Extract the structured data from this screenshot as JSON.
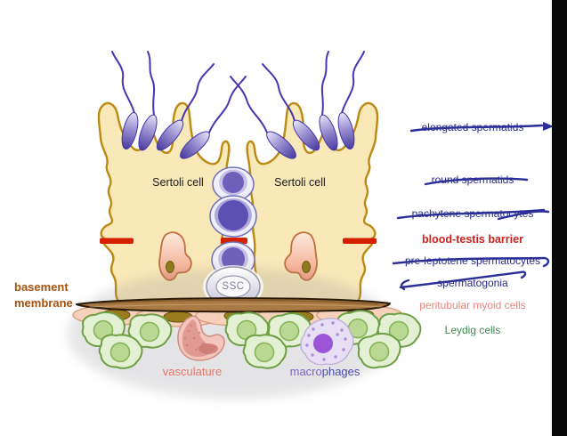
{
  "figure_kind": "seminiferous tubule / testis cell-types diagram",
  "diagram": {
    "sertoli_cell_left": "Sertoli cell",
    "sertoli_cell_right": "Sertoli cell",
    "ssc": "SSC",
    "basement_membrane": "basement membrane",
    "vasculature": "vasculature",
    "macrophages_part1": "macro",
    "macrophages_part2": "phages"
  },
  "right_labels": [
    {
      "text": "elongated spermatids",
      "color": "#2a2a8c",
      "strikethrough": true
    },
    {
      "text": "round spermatids",
      "color": "#2a2a8c",
      "strikethrough": true
    },
    {
      "text": "pachytene spermatocytes",
      "color": "#2a2a8c",
      "strikethrough": true
    },
    {
      "text": "blood-testis barrier",
      "color": "#cc2020",
      "strikethrough": false,
      "bold": true
    },
    {
      "text": "pre-leptotene spermatocytes",
      "color": "#2a2a8c",
      "strikethrough": true
    },
    {
      "text": "spermatogonia",
      "color": "#2a2a8c",
      "strikethrough": true
    },
    {
      "text": "peritubular myoid cells",
      "color": "#e8837a",
      "strikethrough": false
    },
    {
      "text": "Leydig cells",
      "color": "#3d8a4d",
      "strikethrough": false
    }
  ],
  "colors": {
    "sertoli_fill": "#f9e8b8",
    "sertoli_outline": "#bb8a12",
    "germ_cell_nucleus": "#6a5cb8",
    "tight_junction_red": "#d42000",
    "basement_membrane_brown": "#a97a45",
    "myoid_cell_fill": "#f7d0ba",
    "myoid_nucleus": "#9a7c1e",
    "leydig_fill": "#e4f0d4",
    "leydig_outline": "#6f9f44",
    "macrophage_nucleus": "#9b55d6",
    "vasculature_pink": "#e09a92",
    "interstitium_grey": "#8a8a92",
    "label_navy": "#2a2a8c",
    "label_red": "#cc2020",
    "label_salmon": "#e8837a",
    "label_green": "#3d8a4d",
    "label_brown": "#a5520f",
    "strike_blue": "#2b2f97",
    "side_bar_black": "#0a0a0a"
  }
}
